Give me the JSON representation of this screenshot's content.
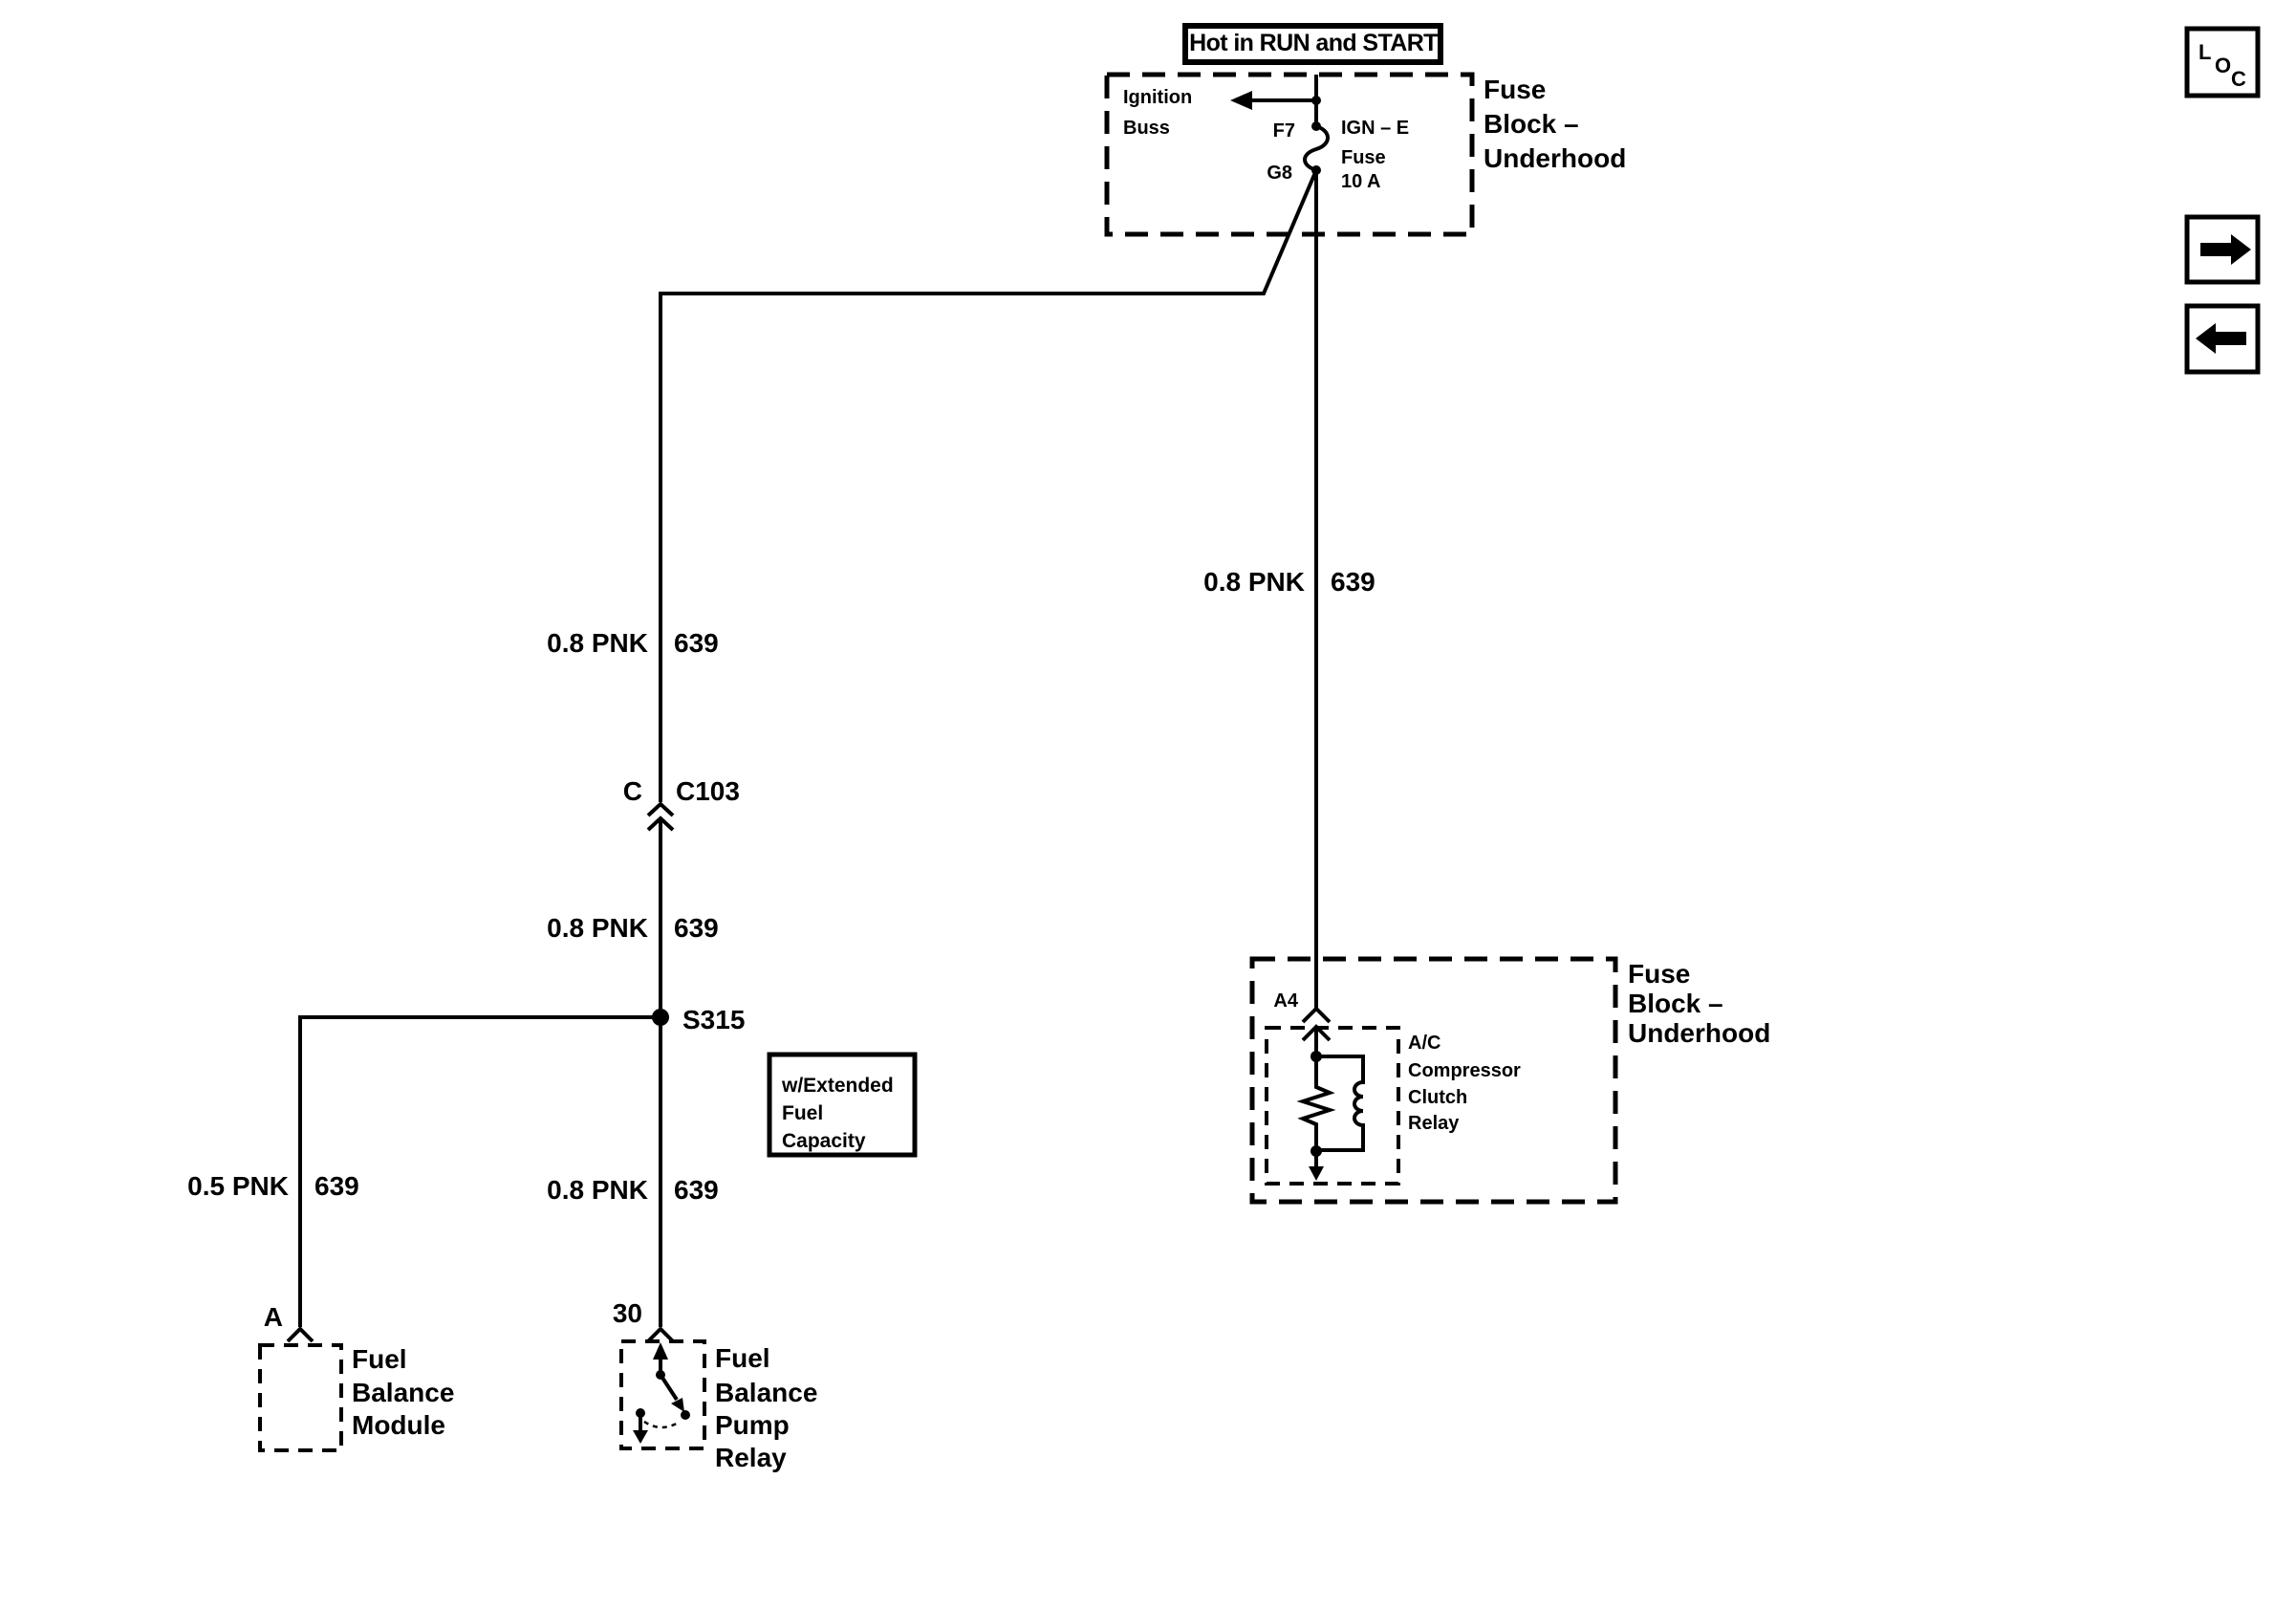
{
  "colors": {
    "ink": "#000000",
    "paper": "#ffffff"
  },
  "power_label": "Hot in RUN and START",
  "fuse_block_top": {
    "title_lines": [
      "Fuse",
      "Block –",
      "Underhood"
    ],
    "bus_lines": [
      "Ignition",
      "Buss"
    ],
    "pin_f7": "F7",
    "pin_g8": "G8",
    "fuse_lines": [
      "IGN – E",
      "Fuse",
      "10 A"
    ]
  },
  "labels": {
    "wire_left_upper": {
      "gauge": "0.8 PNK",
      "circuit": "639"
    },
    "wire_left_mid": {
      "gauge": "0.8 PNK",
      "circuit": "639"
    },
    "wire_left_lower": {
      "gauge": "0.8 PNK",
      "circuit": "639"
    },
    "wire_branch": {
      "gauge": "0.5 PNK",
      "circuit": "639"
    },
    "wire_right": {
      "gauge": "0.8 PNK",
      "circuit": "639"
    }
  },
  "connector_c103": {
    "pin": "C",
    "name": "C103"
  },
  "splice_s315": {
    "name": "S315"
  },
  "note_box": {
    "lines": [
      "w/Extended",
      "Fuel",
      "Capacity"
    ]
  },
  "fuel_balance_module": {
    "pin": "A",
    "title_lines": [
      "Fuel",
      "Balance",
      "Module"
    ]
  },
  "fuel_balance_pump_relay": {
    "pin": "30",
    "title_lines": [
      "Fuel",
      "Balance",
      "Pump",
      "Relay"
    ]
  },
  "fuse_block_right": {
    "pin": "A4",
    "title_lines": [
      "Fuse",
      "Block –",
      "Underhood"
    ],
    "component_lines": [
      "A/C",
      "Compressor",
      "Clutch",
      "Relay"
    ]
  },
  "nav": {
    "loc_letters": [
      "L",
      "O",
      "C"
    ]
  }
}
